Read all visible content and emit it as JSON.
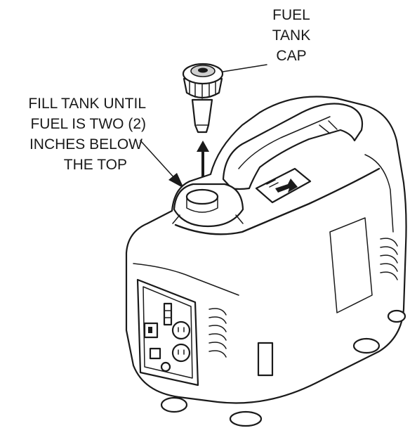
{
  "labels": {
    "fuel_tank_cap": [
      "FUEL",
      "TANK",
      "CAP"
    ],
    "fill_instruction": [
      "FILL TANK UNTIL",
      "FUEL IS TWO (2)",
      "INCHES BELOW",
      "THE TOP"
    ]
  },
  "colors": {
    "line": "#1a1a1a",
    "background": "#ffffff"
  },
  "icons": {
    "lift_arrow": "arrow-up-icon",
    "pointer": "arrow-pointer-icon"
  }
}
